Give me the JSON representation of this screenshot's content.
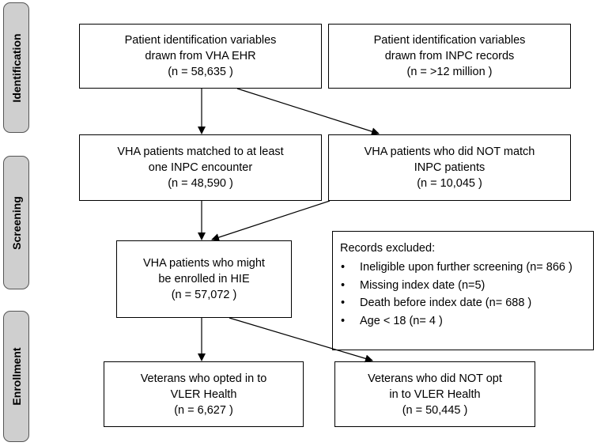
{
  "phases": [
    {
      "label": "Identification"
    },
    {
      "label": "Screening"
    },
    {
      "label": "Enrollment"
    }
  ],
  "boxes": {
    "vha_ehr": {
      "lines": [
        "Patient identification variables",
        "drawn from VHA EHR",
        "(n = 58,635 )"
      ]
    },
    "inpc": {
      "lines": [
        "Patient identification variables",
        "drawn from INPC records",
        "(n = >12 million )"
      ]
    },
    "matched": {
      "lines": [
        "VHA patients matched to at least",
        "one INPC encounter",
        "(n = 48,590 )"
      ]
    },
    "not_matched": {
      "lines": [
        "VHA patients who did NOT match",
        "INPC patients",
        "(n = 10,045 )"
      ]
    },
    "might_enroll": {
      "lines": [
        "VHA patients who might",
        "be enrolled in HIE",
        "(n = 57,072 )"
      ]
    },
    "opted_in": {
      "lines": [
        "Veterans who opted in to",
        "VLER Health",
        "(n = 6,627 )"
      ]
    },
    "not_opted": {
      "lines": [
        "Veterans who did NOT opt",
        "in to VLER Health",
        "(n = 50,445 )"
      ]
    }
  },
  "excluded": {
    "title": "Records excluded:",
    "items": [
      "Ineligible upon further screening (n= 866 )",
      "Missing index date (n=5)",
      "Death before index date (n= 688 )",
      "Age < 18 (n= 4 )"
    ]
  }
}
